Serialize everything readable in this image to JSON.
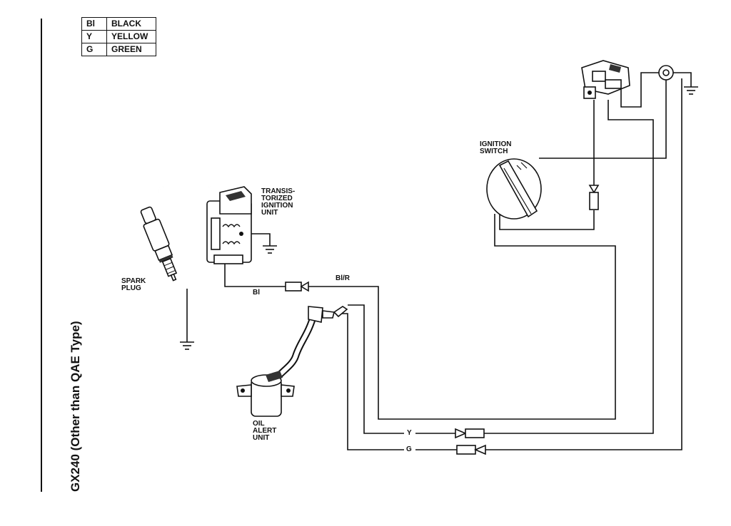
{
  "legend": [
    {
      "code": "Bl",
      "name": "BLACK"
    },
    {
      "code": "Y",
      "name": "YELLOW"
    },
    {
      "code": "G",
      "name": "GREEN"
    }
  ],
  "side_title": "GX240 (Other than QAE Type)",
  "labels": {
    "transistorized_ignition_unit": "TRANSIS-\nTORIZED\nIGNITION\nUNIT",
    "ignition_switch": "IGNITION\nSWITCH",
    "spark_plug": "SPARK\nPLUG",
    "oil_alert_unit": "OIL\nALERT\nUNIT",
    "wire_bl": "Bl",
    "wire_bl_r": "Bl/R",
    "wire_y": "Y",
    "wire_g": "G"
  }
}
